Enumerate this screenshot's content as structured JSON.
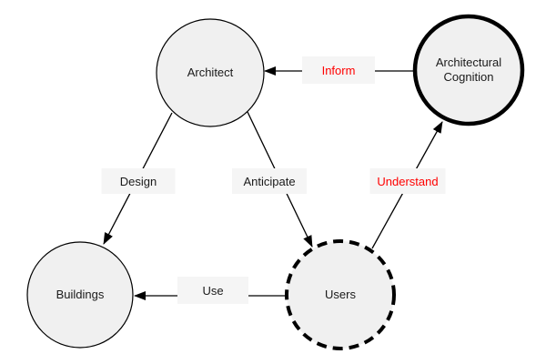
{
  "diagram": {
    "nodes": [
      {
        "id": "architect",
        "label": "Architect",
        "border_style": "solid-thin"
      },
      {
        "id": "architectural-cognition",
        "label": "Architectural Cognition",
        "border_style": "solid-thick"
      },
      {
        "id": "buildings",
        "label": "Buildings",
        "border_style": "solid-thin"
      },
      {
        "id": "users",
        "label": "Users",
        "border_style": "dashed-thick"
      }
    ],
    "edges": [
      {
        "id": "inform",
        "label": "Inform",
        "from": "architectural-cognition",
        "to": "architect",
        "label_color": "#ff0000"
      },
      {
        "id": "design",
        "label": "Design",
        "from": "architect",
        "to": "buildings",
        "label_color": "#1a1a1a"
      },
      {
        "id": "anticipate",
        "label": "Anticipate",
        "from": "architect",
        "to": "users",
        "label_color": "#1a1a1a"
      },
      {
        "id": "understand",
        "label": "Understand",
        "from": "users",
        "to": "architectural-cognition",
        "label_color": "#ff0000"
      },
      {
        "id": "use",
        "label": "Use",
        "from": "users",
        "to": "buildings",
        "label_color": "#1a1a1a"
      }
    ],
    "colors": {
      "background": "#ffffff",
      "node_fill": "#f0f0f0",
      "label_fill": "#f5f5f5",
      "stroke": "#000000",
      "red": "#ff0000"
    }
  }
}
